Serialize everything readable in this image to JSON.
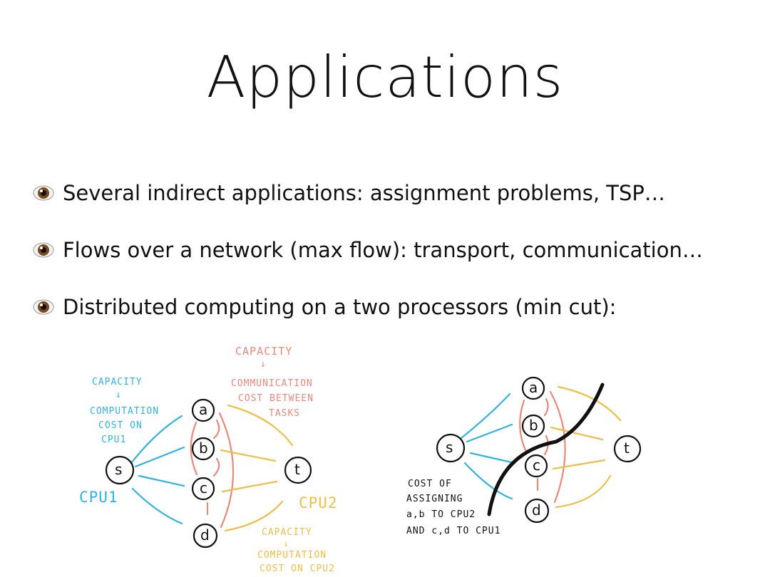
{
  "title": "Applications",
  "bullets": [
    {
      "icon": "eye-icon",
      "text": "Several indirect applications: assignment problems, TSP…"
    },
    {
      "icon": "eye-icon",
      "text": "Flows over a network (max flow): transport, communication…"
    },
    {
      "icon": "eye-icon",
      "text": "Distributed computing on a two processors (min cut):"
    }
  ],
  "diagram_left": {
    "nodes": [
      "s",
      "a",
      "b",
      "c",
      "d",
      "t"
    ],
    "cpu1_label": "CPU1",
    "cpu2_label": "CPU2",
    "blue_note": [
      "CAPACITY",
      "↓",
      "COMPUTATION",
      "COST ON",
      "CPU1"
    ],
    "red_note": [
      "CAPACITY",
      "↓",
      "COMMUNICATION",
      "COST BETWEEN",
      "TASKS"
    ],
    "yellow_note": [
      "CAPACITY",
      "↓",
      "COMPUTATION",
      "COST ON CPU2"
    ]
  },
  "diagram_right": {
    "nodes": [
      "s",
      "a",
      "b",
      "c",
      "d",
      "t"
    ],
    "cut_note": [
      "COST OF",
      "ASSIGNING",
      "a,b TO CPU2",
      "AND c,d TO CPU1"
    ]
  },
  "colors": {
    "blue": "#33b3dc",
    "red": "#e78a7c",
    "yellow": "#ecbf4a",
    "ink": "#111111"
  }
}
